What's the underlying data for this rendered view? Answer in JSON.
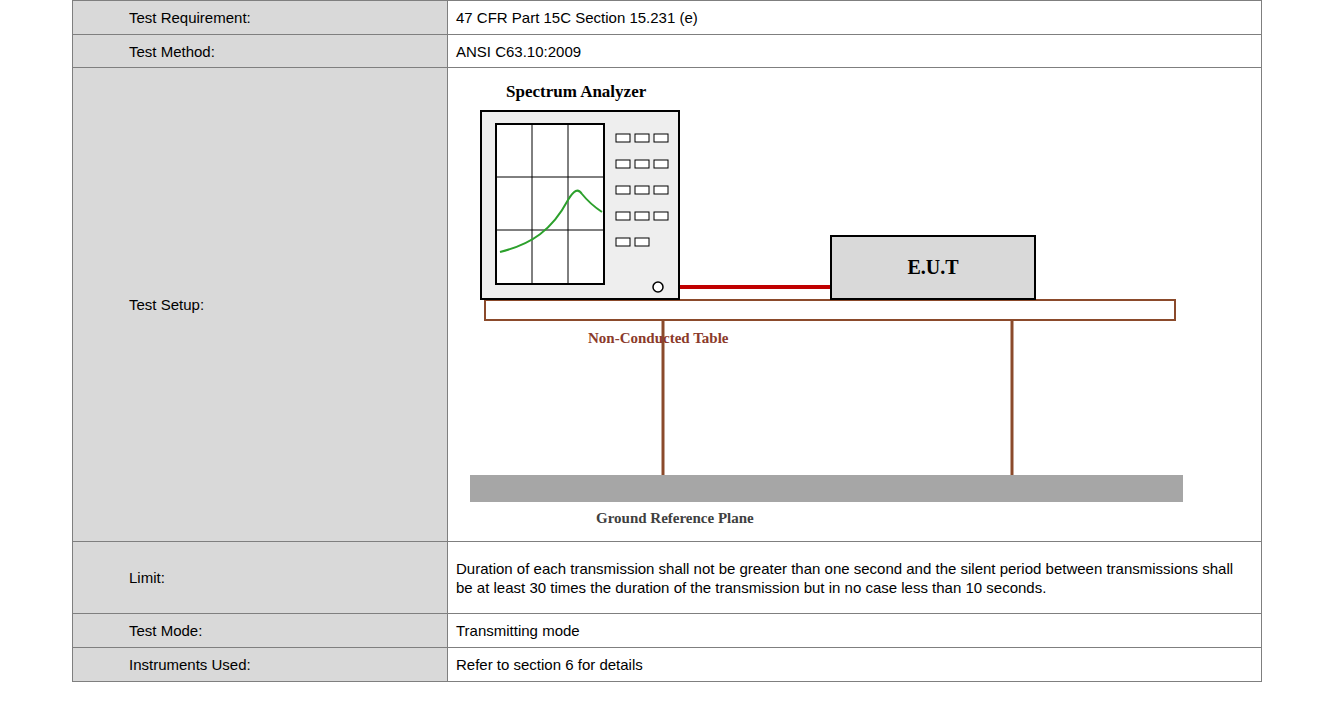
{
  "diagram": {
    "nodes": [
      {
        "text": [
          "Spectrum Analyzer"
        ]
      },
      {
        "text": [
          "E.U.T"
        ]
      }
    ],
    "edges": [
      {
        "from": 0,
        "to": 1,
        "arrow": "none"
      }
    ],
    "labels": [
      "Test Requirement:",
      "47 CFR Part 15C Section 15.231 (e)",
      "Test Method:",
      "ANSI C63.10:2009",
      "Test Setup:",
      "Non-Conducted Table",
      "Ground Reference Plane",
      "Limit:",
      "Duration of each transmission shall not be greater than one second and the silent period between transmissions shall be at least 30 times the duration of the transmission but in no case less than 10 seconds.",
      "Test Mode:",
      "Transmitting mode",
      "Instruments Used:",
      "Refer to section 6 for details"
    ]
  }
}
